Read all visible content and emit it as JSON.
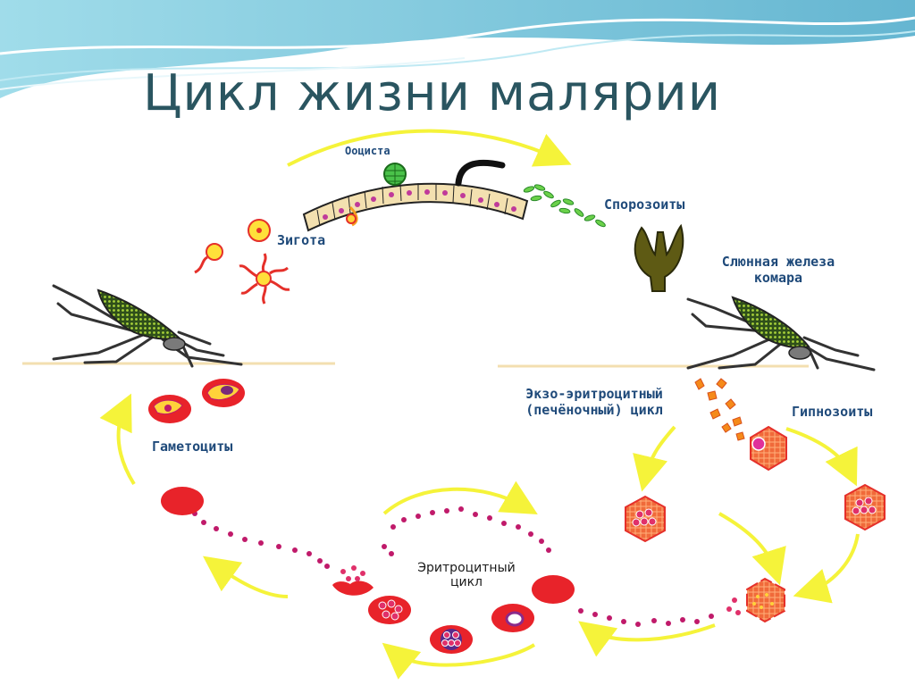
{
  "title": "Цикл жизни малярии",
  "labels": {
    "oocyst": "Ооциста",
    "sporozoites": "Спорозоиты",
    "zygote": "Зигота",
    "salivary_gland_line1": "Слюнная железа",
    "salivary_gland_line2": "комара",
    "exo_line1": "Экзо-эритроцитный",
    "exo_line2": "(печёночный) цикл",
    "hypnozoites": "Гипнозоиты",
    "gametocytes": "Гаметоциты",
    "erythro_line1": "Эритроцитный",
    "erythro_line2": "цикл"
  },
  "colors": {
    "title": "#2a5560",
    "label": "#1f4a7a",
    "arrow": "#f5f33a",
    "cell": "#e8232a",
    "parasite": "#e0306a",
    "mosquito_body": "#7fb52c",
    "gland": "#5a5a1a"
  }
}
